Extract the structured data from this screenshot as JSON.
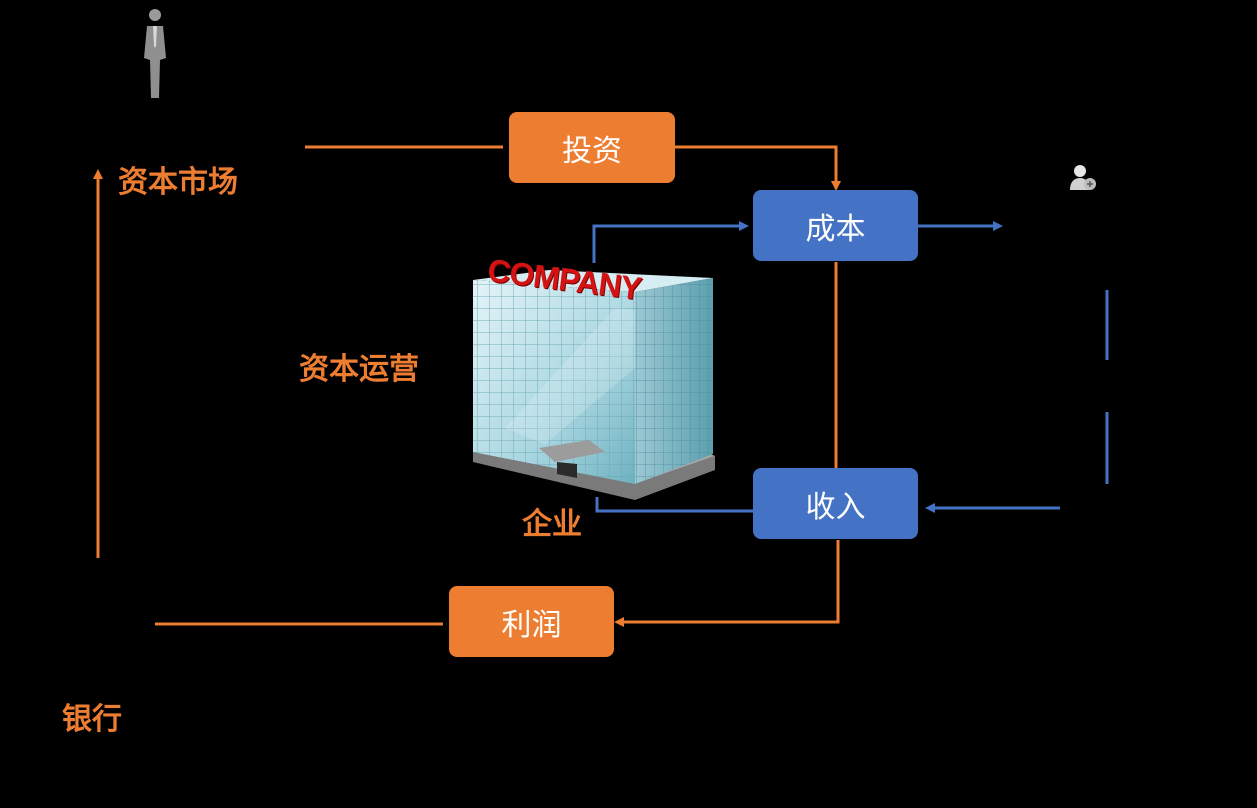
{
  "colors": {
    "orange": "#ED7D31",
    "blue": "#4472C4",
    "background": "#000000"
  },
  "labels": {
    "capital_market": "资本市场",
    "capital_operation": "资本运营",
    "enterprise": "企业",
    "bank": "银行"
  },
  "boxes": {
    "investment": "投资",
    "cost": "成本",
    "revenue": "收入",
    "profit": "利润"
  },
  "building_sign": "COMPANY",
  "icons": [
    "investor-person-icon",
    "customer-person-icon",
    "company-building-icon"
  ]
}
